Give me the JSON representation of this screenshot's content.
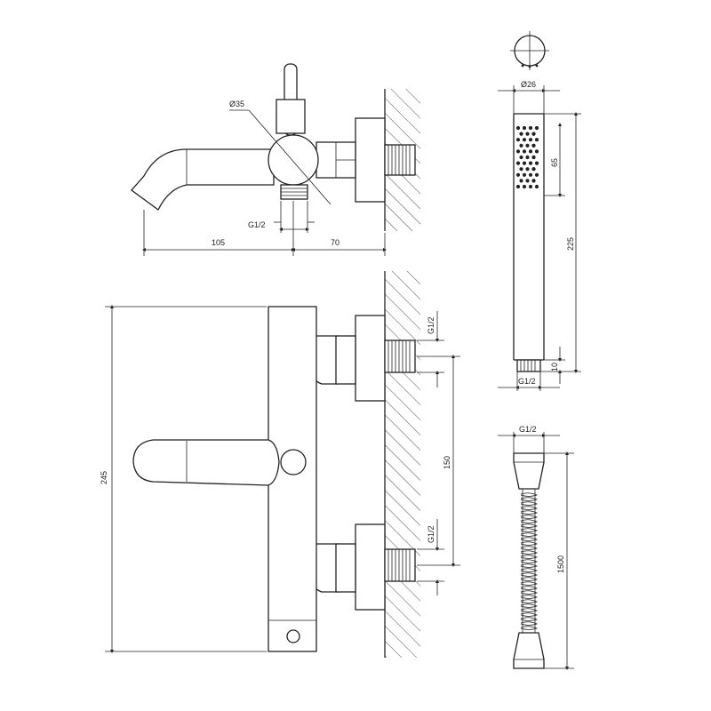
{
  "dimensions": {
    "spout_diameter": "Ø35",
    "thread_top": "G1/2",
    "spout_length": "105",
    "wall_offset": "70",
    "height_total": "245",
    "inlet_thread_upper": "G1/2",
    "inlet_thread_lower": "G1/2",
    "inlet_spacing": "150",
    "handshower_diameter": "Ø26",
    "handshower_spray_length": "65",
    "handshower_length": "225",
    "handshower_thread_length": "10",
    "handshower_thread": "G1/2",
    "hose_thread": "G1/2",
    "hose_length": "1500"
  },
  "colors": {
    "line": "#222222",
    "background": "#ffffff"
  }
}
